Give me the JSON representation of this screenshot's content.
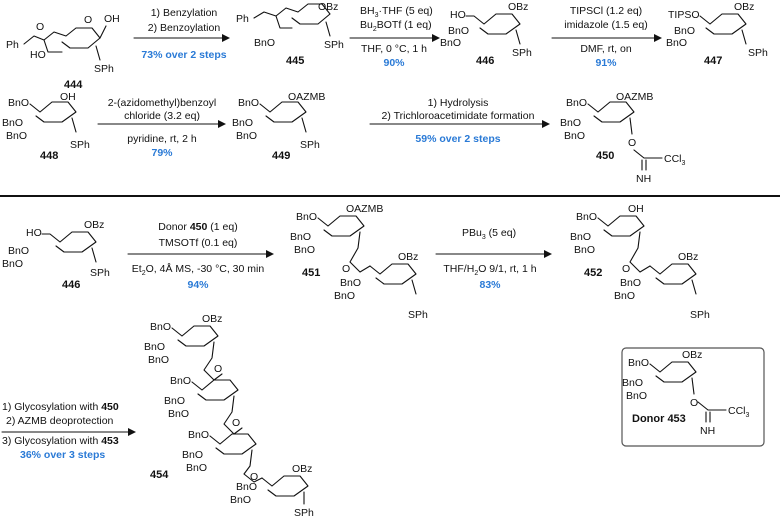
{
  "colors": {
    "yield": "#2a7ad6",
    "ink": "#111111",
    "background": "#ffffff",
    "box_border": "#555555"
  },
  "groups": {
    "BnO": "BnO",
    "Bn": "Bn",
    "O": "O",
    "OH": "OH",
    "HO": "HO",
    "OBz": "OBz",
    "SPh": "SPh",
    "Ph": "Ph",
    "TIPSO": "TIPSO",
    "OAZMB": "OAZMB",
    "NH": "NH",
    "CCl3": "CCl",
    "sub3": "3"
  },
  "compounds": {
    "c444": "444",
    "c445": "445",
    "c446": "446",
    "c447": "447",
    "c448": "448",
    "c449": "449",
    "c450": "450",
    "c446b": "446",
    "c451": "451",
    "c452": "452",
    "c454": "454",
    "donor453": "Donor 453"
  },
  "steps": {
    "s1": {
      "line1": "1) Benzylation",
      "line2": "2) Benzoylation",
      "yield": "73% over 2 steps"
    },
    "s2": {
      "line1": "BH",
      "line1b": "·THF (5 eq)",
      "line2a": "Bu",
      "line2b": "BOTf (1 eq)",
      "line3": "THF, 0 °C, 1 h",
      "yield": "90%",
      "sub3": "3",
      "sub2": "2"
    },
    "s3": {
      "line1": "TIPSCl (1.2 eq)",
      "line2": "imidazole (1.5 eq)",
      "line3": "DMF, rt, on",
      "yield": "91%"
    },
    "s4": {
      "line1": "2-(azidomethyl)benzoyl",
      "line2": "chloride (3.2 eq)",
      "line3": "pyridine, rt, 2 h",
      "yield": "79%"
    },
    "s5": {
      "line1": "1) Hydrolysis",
      "line2": "2) Trichloroacetimidate formation",
      "yield": "59% over 2 steps"
    },
    "s6": {
      "line1a": "Donor ",
      "line1b": "450",
      "line1c": " (1 eq)",
      "line2": "TMSOTf (0.1 eq)",
      "line3a": "Et",
      "line3b": "O, 4Å MS, -30 °C, 30 min",
      "sub2": "2",
      "yield": "94%"
    },
    "s7": {
      "line1a": "PBu",
      "line1b": " (5 eq)",
      "sub3": "3",
      "line2a": "THF/H",
      "line2b": "O 9/1, rt, 1 h",
      "sub2": "2",
      "yield": "83%"
    },
    "s8": {
      "line1a": "1) Glycosylation with ",
      "line1b": "450",
      "line2": "2) AZMB deoprotection",
      "line3a": "3) Glycosylation with ",
      "line3b": "453",
      "yield": "36% over 3 steps"
    }
  }
}
